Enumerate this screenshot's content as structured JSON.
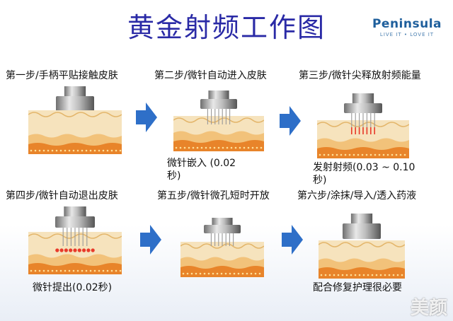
{
  "title": "黄金射频工作图",
  "logo": {
    "name": "Peninsula",
    "tagline": "LIVE IT • LOVE IT"
  },
  "steps": [
    {
      "label": "第一步/手柄平贴接触皮肤",
      "caption": ""
    },
    {
      "label": "第二步/微针自动进入皮肤",
      "caption_line1": "微针嵌入 (0.02",
      "caption_line2": "秒)"
    },
    {
      "label": "第三步/微针尖释放射频能量",
      "caption_line1": "发射射频(0.03 ~ 0.10",
      "caption_line2": "秒)"
    },
    {
      "label": "第四步/微针自动退出皮肤",
      "caption": "微针提出(0.02秒)"
    },
    {
      "label": "第五步/微针微孔短时开放",
      "caption": ""
    },
    {
      "label": "第六步/涂抹/导入/透入药液",
      "caption": "配合修复护理很必要"
    }
  ],
  "colors": {
    "title": "#2a2aa6",
    "arrow": "#2e6fc8",
    "skin_top": "#f6e3bd",
    "skin_mid": "#f2c27a",
    "dermis": "#e8842a",
    "rf_dots": "#e83a2a"
  },
  "watermark": "美颜"
}
